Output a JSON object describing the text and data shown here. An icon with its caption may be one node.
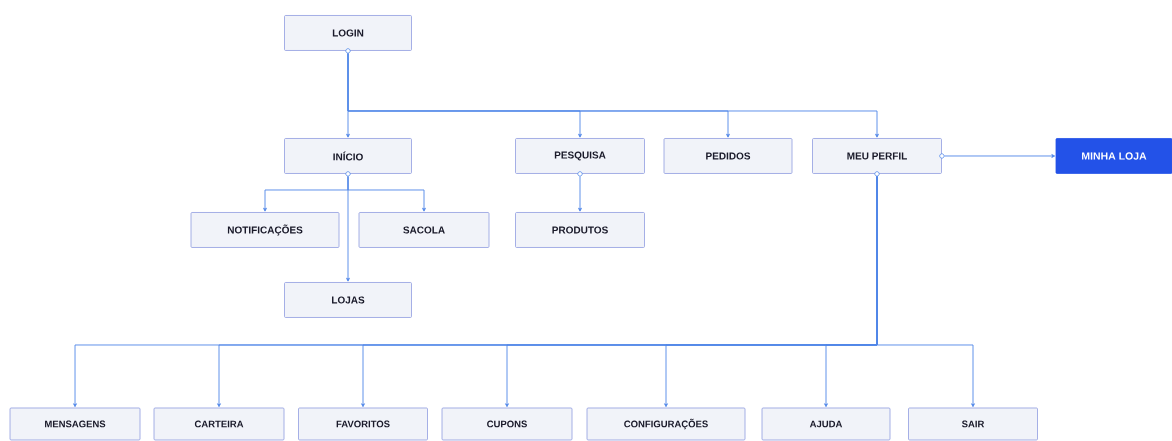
{
  "diagram": {
    "nodes": [
      {
        "text": [
          "LOGIN"
        ]
      },
      {
        "text": [
          "INÍCIO"
        ]
      },
      {
        "text": [
          "PESQUISA"
        ]
      },
      {
        "text": [
          "PEDIDOS"
        ]
      },
      {
        "text": [
          "MEU PERFIL"
        ]
      },
      {
        "text": [
          "MINHA LOJA"
        ]
      },
      {
        "text": [
          "NOTIFICAÇÕES"
        ]
      },
      {
        "text": [
          "SACOLA"
        ]
      },
      {
        "text": [
          "PRODUTOS"
        ]
      },
      {
        "text": [
          "LOJAS"
        ]
      },
      {
        "text": [
          "MENSAGENS"
        ]
      },
      {
        "text": [
          "CARTEIRA"
        ]
      },
      {
        "text": [
          "FAVORITOS"
        ]
      },
      {
        "text": [
          "CUPONS"
        ]
      },
      {
        "text": [
          "CONFIGURAÇÕES"
        ]
      },
      {
        "text": [
          "AJUDA"
        ]
      },
      {
        "text": [
          "SAIR"
        ]
      }
    ],
    "edges": [
      {
        "from": 0,
        "to": 1,
        "arrow": "to"
      },
      {
        "from": 0,
        "to": 2,
        "arrow": "to"
      },
      {
        "from": 0,
        "to": 3,
        "arrow": "to"
      },
      {
        "from": 0,
        "to": 4,
        "arrow": "to"
      },
      {
        "from": 4,
        "to": 5,
        "arrow": "to"
      },
      {
        "from": 1,
        "to": 6,
        "arrow": "to"
      },
      {
        "from": 1,
        "to": 7,
        "arrow": "to"
      },
      {
        "from": 1,
        "to": 9,
        "arrow": "to"
      },
      {
        "from": 2,
        "to": 8,
        "arrow": "to"
      },
      {
        "from": 4,
        "to": 10,
        "arrow": "to"
      },
      {
        "from": 4,
        "to": 11,
        "arrow": "to"
      },
      {
        "from": 4,
        "to": 12,
        "arrow": "to"
      },
      {
        "from": 4,
        "to": 13,
        "arrow": "to"
      },
      {
        "from": 4,
        "to": 14,
        "arrow": "to"
      },
      {
        "from": 4,
        "to": 15,
        "arrow": "to"
      },
      {
        "from": 4,
        "to": 16,
        "arrow": "to"
      }
    ]
  }
}
